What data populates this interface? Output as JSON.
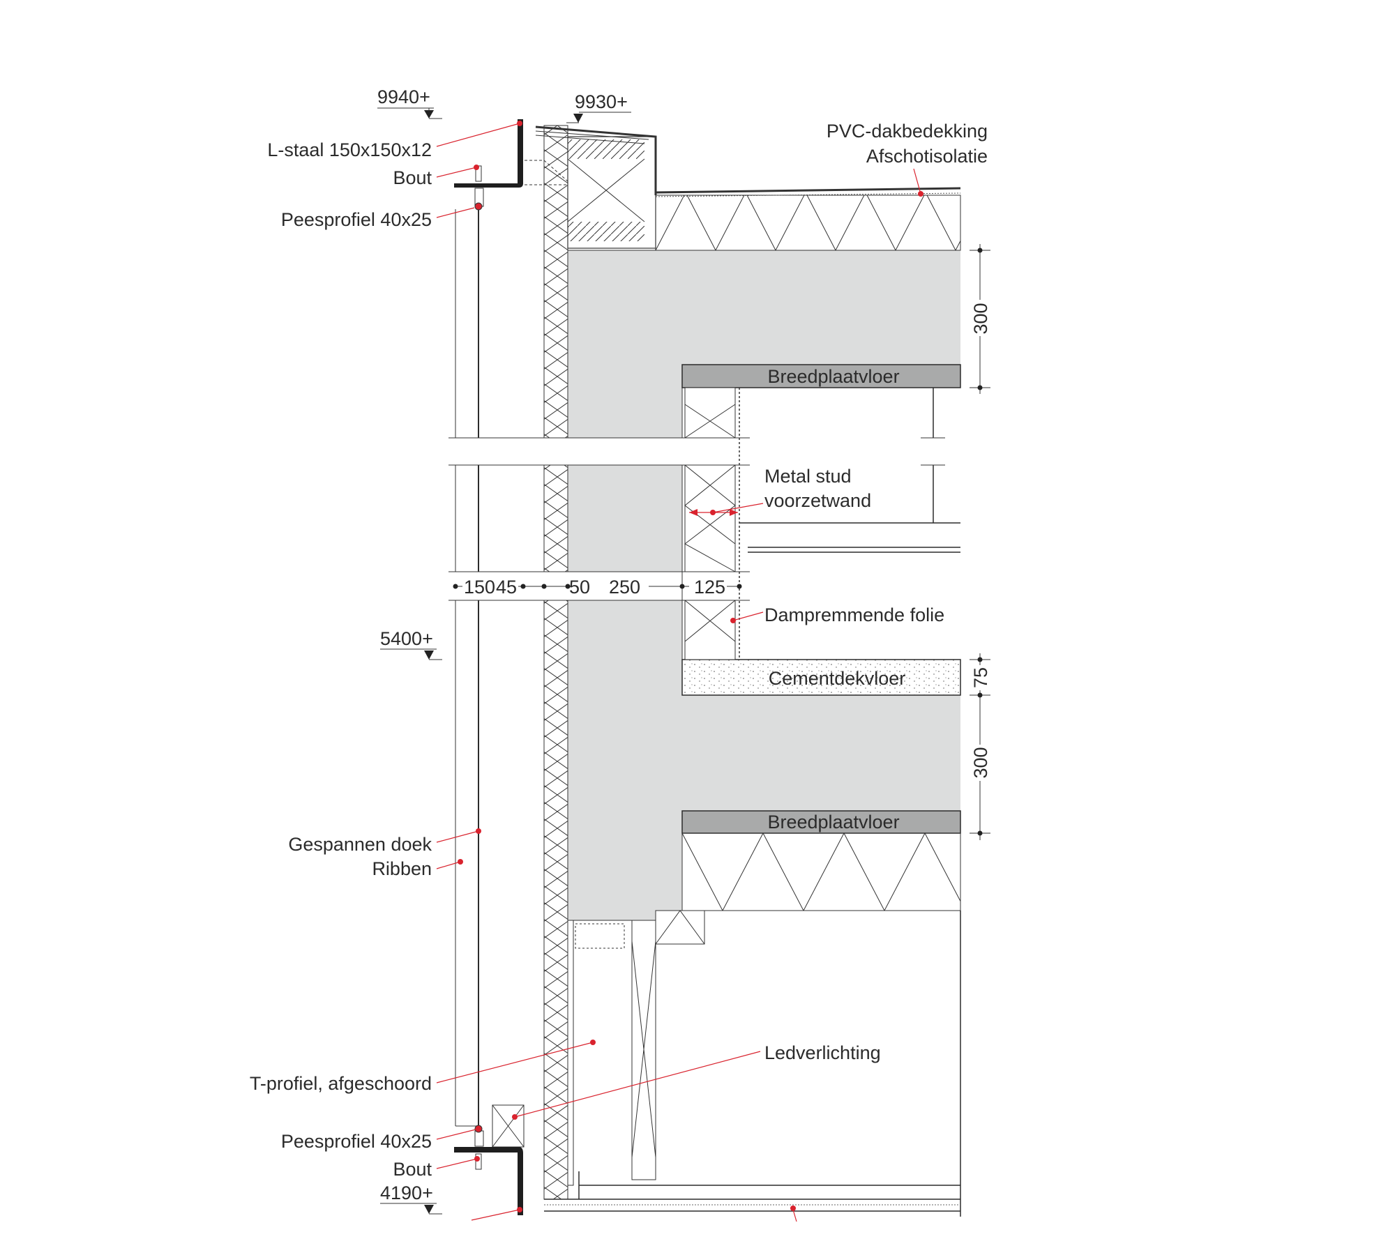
{
  "levels": {
    "top_left": "9940+",
    "top_parapet": "9930+",
    "middle": "5400+",
    "bottom": "4190+"
  },
  "labels": {
    "l_staal_top": "L-staal 150x150x12",
    "bout_top": "Bout",
    "peesprofiel_top": "Peesprofiel 40x25",
    "pvc": "PVC-dakbedekking",
    "afschot": "Afschotisolatie",
    "breedplaat_top": "Breedplaatvloer",
    "metal_stud_1": "Metal stud",
    "metal_stud_2": "voorzetwand",
    "damp": "Dampremmende folie",
    "cement": "Cementdekvloer",
    "breedplaat_bottom": "Breedplaatvloer",
    "gespannen": "Gespannen doek",
    "ribben": "Ribben",
    "t_profiel": "T-profiel, afgeschoord",
    "led": "Ledverlichting",
    "peesprofiel_bottom": "Peesprofiel 40x25",
    "bout_bottom": "Bout"
  },
  "dimensions": {
    "horizontal": [
      "150",
      "45",
      "50",
      "250",
      "125"
    ],
    "vertical_roof_slab": "300",
    "vertical_screed": "75",
    "vertical_floor_slab": "300"
  },
  "colors": {
    "concrete": "#dcdddd",
    "breedplaat": "#a9aaaa",
    "leader": "#d9232e",
    "line": "#2b2b2b"
  }
}
